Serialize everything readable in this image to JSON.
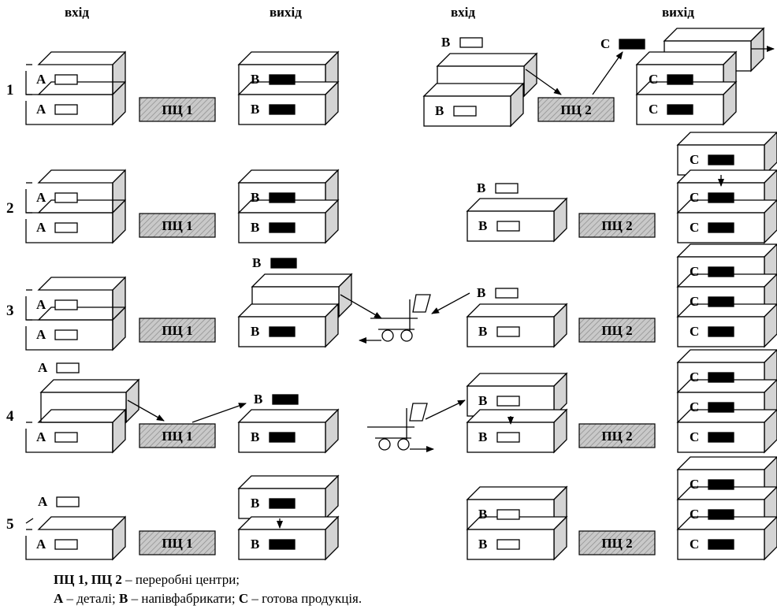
{
  "headers": [
    "вхід",
    "вихід",
    "вхід",
    "вихід"
  ],
  "rows": [
    "1",
    "2",
    "3",
    "4",
    "5"
  ],
  "labels": {
    "part": "A",
    "semi": "B",
    "product": "C",
    "pc1": "ПЦ 1",
    "pc2": "ПЦ 2"
  },
  "legend": {
    "line1_bold": "ПЦ 1, ПЦ 2",
    "line1_text": " – переробні центри;",
    "line2_a": "А",
    "line2_a_text": " – деталі; ",
    "line2_b": "В",
    "line2_b_text": " – напівфабрикати; ",
    "line2_c": "С",
    "line2_c_text": " – готова продукція."
  },
  "colors": {
    "line": "#000000",
    "hatch_bg": "#c9c9c9",
    "side": "#d4d4d4",
    "fill": "#ffffff"
  }
}
